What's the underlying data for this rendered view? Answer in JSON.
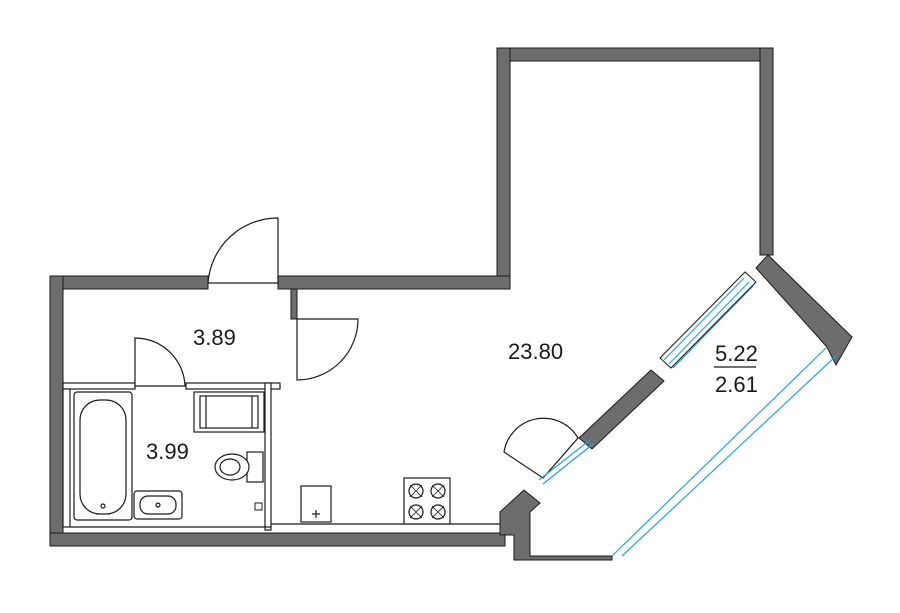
{
  "rooms": {
    "hallway": {
      "area": "3.89"
    },
    "bathroom": {
      "area": "3.99"
    },
    "studio": {
      "area": "23.80"
    },
    "balcony": {
      "area": "5.22",
      "reduced_area": "2.61"
    }
  },
  "colors": {
    "wall_fill": "#6d6d6d",
    "wall_outline": "#1a1a1a",
    "line": "#1a1a1a",
    "glazing": "#2aa0d8",
    "background": "#ffffff"
  }
}
